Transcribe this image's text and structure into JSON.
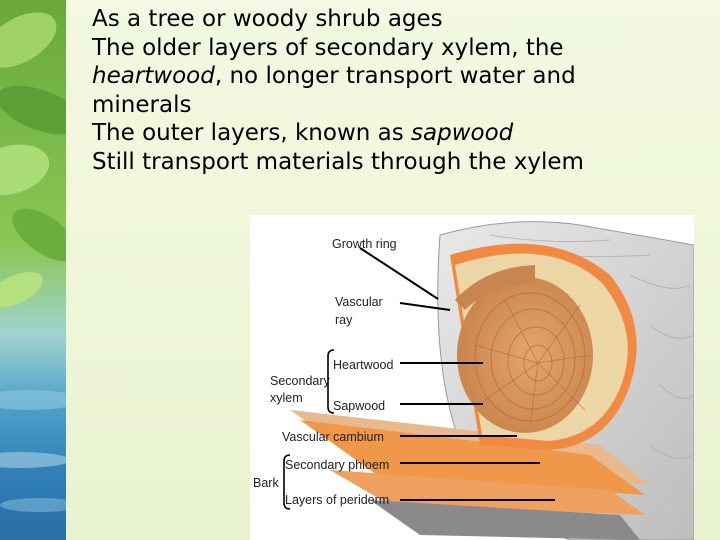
{
  "slide": {
    "lines": [
      {
        "text": "As a tree or woody shrub ages"
      },
      {
        "text": "The older layers of secondary xylem, the"
      },
      {
        "italic": "heartwood",
        "text": ", no longer transport water and"
      },
      {
        "text": "minerals"
      },
      {
        "pre": "The outer layers, known as ",
        "italic": "sapwood"
      },
      {
        "text": "Still transport materials through the xylem"
      }
    ]
  },
  "figure": {
    "labels": {
      "growth_ring": "Growth ring",
      "vascular": "Vascular",
      "ray": "ray",
      "heartwood": "Heartwood",
      "secondary": "Secondary",
      "xylem": "xylem",
      "sapwood": "Sapwood",
      "vascular_cambium": "Vascular cambium",
      "secondary_phloem": "Secondary phloem",
      "bark": "Bark",
      "layers_of_periderm": "Layers of periderm"
    }
  },
  "colors": {
    "heartwood": "#d9985f",
    "sapwood": "#ecd6a6",
    "phloem": "#f2a255",
    "cambium": "#d96a3a",
    "bark": "#d8d8d8"
  }
}
